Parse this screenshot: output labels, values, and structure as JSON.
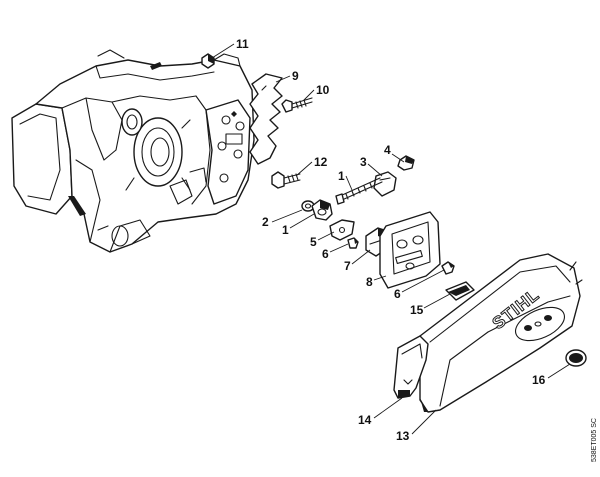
{
  "diagram": {
    "brand_mark": "STIHL",
    "drawing_code": "538ET005 SC",
    "callouts": [
      {
        "id": "c11",
        "text": "11"
      },
      {
        "id": "c9",
        "text": "9"
      },
      {
        "id": "c10",
        "text": "10"
      },
      {
        "id": "c12",
        "text": "12"
      },
      {
        "id": "c4",
        "text": "4"
      },
      {
        "id": "c3",
        "text": "3"
      },
      {
        "id": "c1a",
        "text": "1"
      },
      {
        "id": "c2",
        "text": "2"
      },
      {
        "id": "c1b",
        "text": "1"
      },
      {
        "id": "c5",
        "text": "5"
      },
      {
        "id": "c6a",
        "text": "6"
      },
      {
        "id": "c7",
        "text": "7"
      },
      {
        "id": "c8",
        "text": "8"
      },
      {
        "id": "c6b",
        "text": "6"
      },
      {
        "id": "c15",
        "text": "15"
      },
      {
        "id": "c16",
        "text": "16"
      },
      {
        "id": "c14",
        "text": "14"
      },
      {
        "id": "c13",
        "text": "13"
      }
    ]
  }
}
